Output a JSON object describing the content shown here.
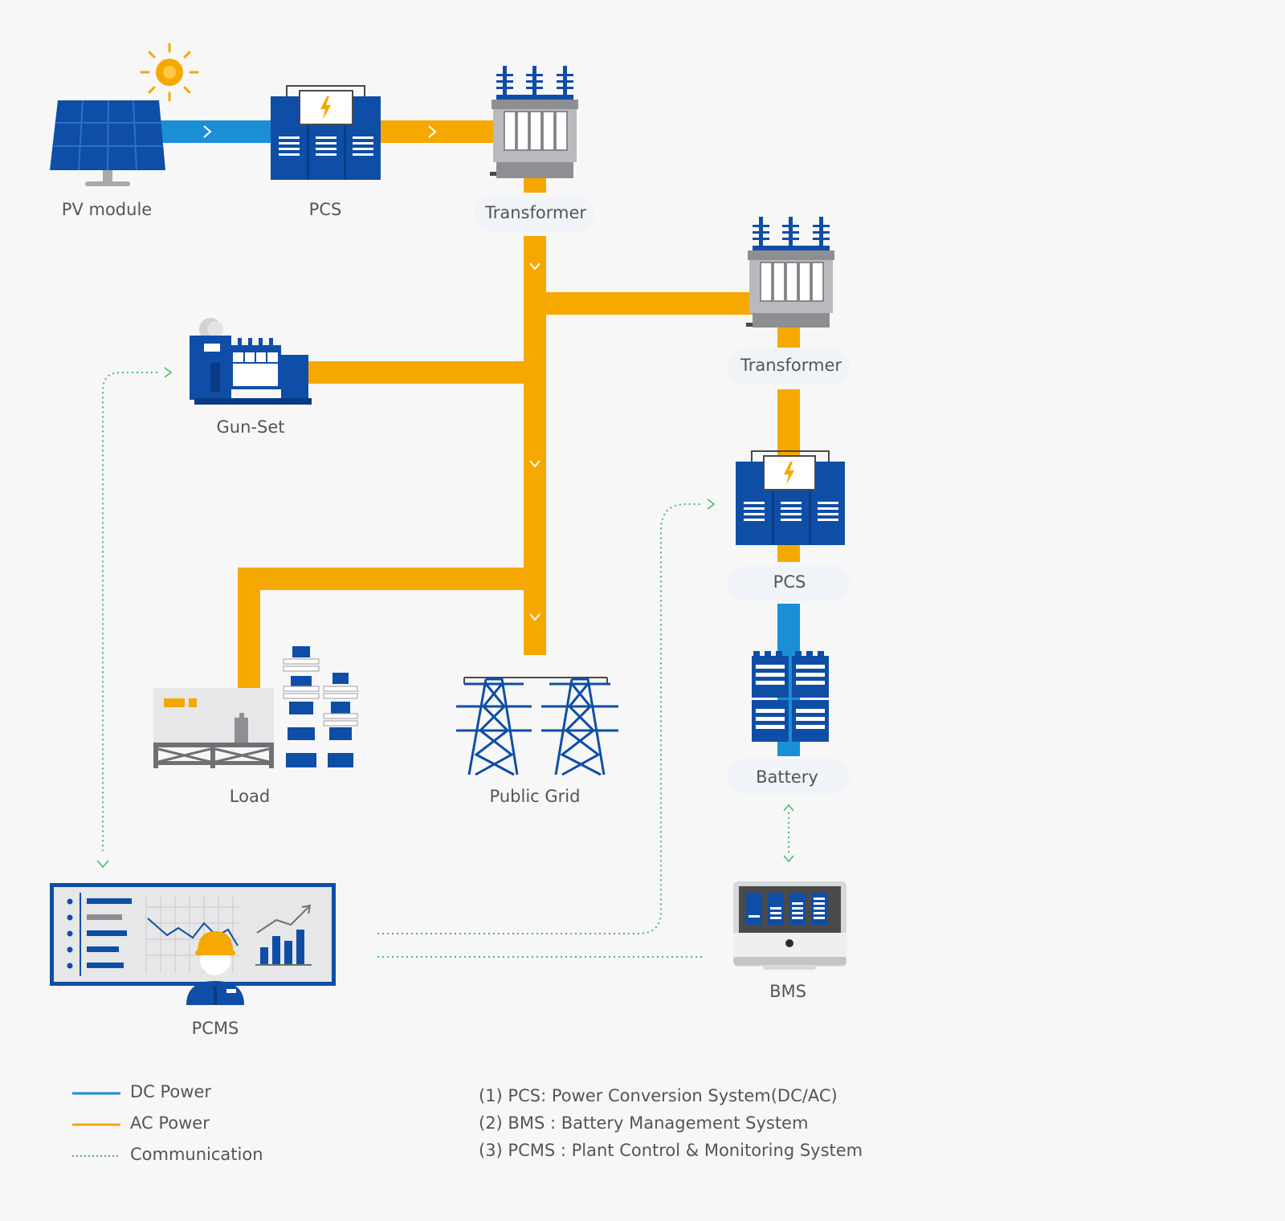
{
  "colors": {
    "dc": "#1b8fd6",
    "ac": "#f5a800",
    "communication": "#4cb86a",
    "equipment": "#0f4ea6",
    "equipment_dark": "#0a3b84",
    "sun": "#f5a800",
    "gray": "#a7a9ac",
    "label": "#555555"
  },
  "nodes": {
    "pv_module": "PV module",
    "pcs_top": "PCS",
    "transformer_top": "Transformer",
    "transformer_right": "Transformer",
    "gun_set": "Gun-Set",
    "pcs_right": "PCS",
    "battery": "Battery",
    "load": "Load",
    "public_grid": "Public Grid",
    "pcms": "PCMS",
    "bms": "BMS"
  },
  "legend": {
    "dc": "DC Power",
    "ac": "AC Power",
    "communication": "Communication"
  },
  "notes": [
    "(1) PCS: Power Conversion System(DC/AC)",
    "(2) BMS : Battery Management System",
    "(3) PCMS : Plant Control & Monitoring System"
  ],
  "icons": [
    "sun-icon",
    "solar-panel-icon",
    "pcs-cabinet-icon",
    "transformer-icon",
    "generator-icon",
    "battery-rack-icon",
    "factory-icon",
    "power-tower-icon",
    "monitor-dashboard-icon",
    "engineer-icon",
    "bms-monitor-icon"
  ]
}
